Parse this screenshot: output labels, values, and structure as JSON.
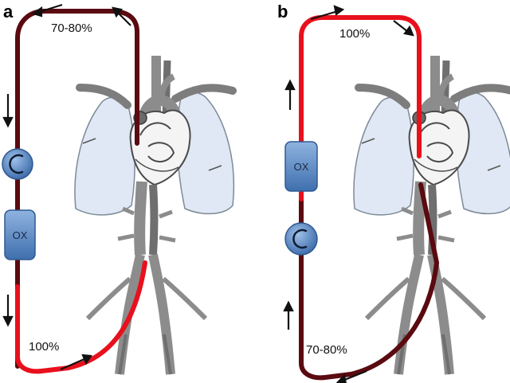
{
  "panels": [
    {
      "letter": "a",
      "top_saturation": "70-80%",
      "bottom_saturation": "100%",
      "oxygenator_label": "OX"
    },
    {
      "letter": "b",
      "top_saturation": "100%",
      "bottom_saturation": "70-80%",
      "oxygenator_label": "OX"
    }
  ],
  "colors": {
    "venous_blood": "#5a0a10",
    "arterial_blood": "#e8101c",
    "vessel_gray": "#8c8c8c",
    "lung_fill": "#dfe8f4",
    "device_blue": "#5f8fc8"
  },
  "icons": {
    "pump": "centrifugal-pump-icon",
    "oxygenator": "oxygenator-icon",
    "flow": "flow-arrow-icon"
  }
}
